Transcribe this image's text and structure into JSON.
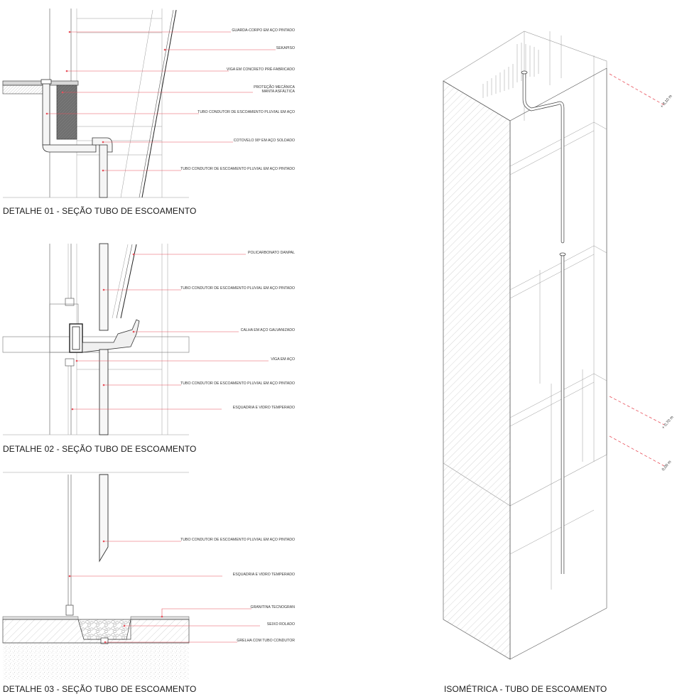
{
  "captions": {
    "detail_01": "DETALHE 01 - SEÇÃO TUBO DE ESCOAMENTO",
    "detail_02": "DETALHE 02 - SEÇÃO TUBO DE ESCOAMENTO",
    "detail_03": "DETALHE 03 - SEÇÃO TUBO DE ESCOAMENTO",
    "isometric": "ISOMÉTRICA - TUBO DE ESCOAMENTO"
  },
  "detail_01_notes": [
    "GUARDA-CORPO EM AÇO PINTADO",
    "SEKAPISO",
    "VIGA EM CONCRETO PRÉ-FABRICADO",
    "PROTEÇÃO MECÂNICA",
    "MANTA ASFÁLTICA",
    "TUBO CONDUTOR DE  ESCOAMENTO PLUVIAL EM AÇO",
    "COTOVELO 90º EM AÇO SOLDADO",
    "TUBO CONDUTOR DE  ESCOAMENTO PLUVIAL EM AÇO PINTADO"
  ],
  "detail_02_notes": [
    "POLICARBONATO DANPAL",
    "TUBO CONDUTOR DE  ESCOAMENTO PLUVIAL EM AÇO PINTADO",
    "CALHA EM AÇO GALVANIZADO",
    "VIGA EM AÇO",
    "TUBO CONDUTOR DE  ESCOAMENTO PLUVIAL EM AÇO PINTADO",
    "ESQUADRIA E VIDRO TEMPERADO"
  ],
  "detail_03_notes": [
    "TUBO CONDUTOR DE  ESCOAMENTO PLUVIAL EM AÇO PINTADO",
    "ESQUADRIA E VIDRO TEMPERADO",
    "GRANITINA TECNOGRAN",
    "SEIXO ROLADO",
    "GRELHA COM TUBO CONDUTOR"
  ],
  "levels": [
    "+ 8,10 m",
    "+ 0,70 m",
    "0,00 m"
  ],
  "colors": {
    "leader": "#e8505b",
    "line": "#555555",
    "hatch": "#b8b8b8"
  }
}
